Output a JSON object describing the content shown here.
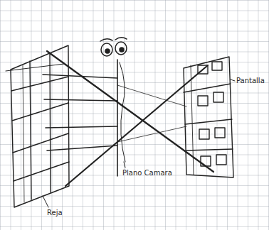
{
  "diagram": {
    "labels": [
      "Pantalla",
      "Plano Camara",
      "Reja"
    ]
  }
}
